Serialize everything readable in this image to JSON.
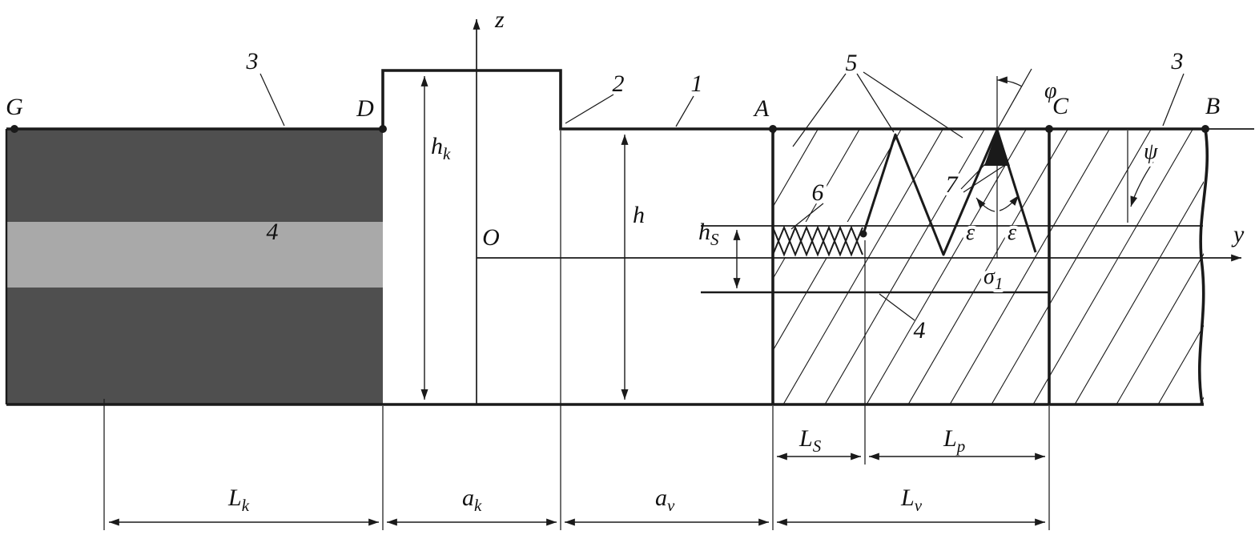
{
  "colors": {
    "background": "#ffffff",
    "line": "#1a1a1a",
    "dark_fill": "#4f4f4f",
    "band_fill": "#a9a9a9"
  },
  "labels": {
    "axes": {
      "z": "z",
      "y": "y",
      "origin": "O"
    },
    "points": {
      "G": "G",
      "D": "D",
      "A": "A",
      "C": "C",
      "B": "B"
    },
    "callouts": {
      "n1": "1",
      "n2": "2",
      "n3_left": "3",
      "n3_right": "3",
      "n4_band": "4",
      "n4_lower": "4",
      "n5": "5",
      "n6": "6",
      "n7": "7"
    },
    "dimensions": {
      "hk": {
        "base": "h",
        "sub": "k"
      },
      "h": {
        "base": "h",
        "sub": ""
      },
      "hS": {
        "base": "h",
        "sub": "S"
      },
      "LS": {
        "base": "L",
        "sub": "S"
      },
      "Lp": {
        "base": "L",
        "sub": "p"
      },
      "Lk": {
        "base": "L",
        "sub": "k"
      },
      "ak": {
        "base": "a",
        "sub": "k"
      },
      "av": {
        "base": "a",
        "sub": "v"
      },
      "Lv": {
        "base": "L",
        "sub": "v"
      }
    },
    "angles": {
      "phi": "φ",
      "psi": "ψ",
      "eps_left": "ε",
      "eps_right": "ε"
    },
    "stress": {
      "base": "σ",
      "sub": "1"
    }
  }
}
